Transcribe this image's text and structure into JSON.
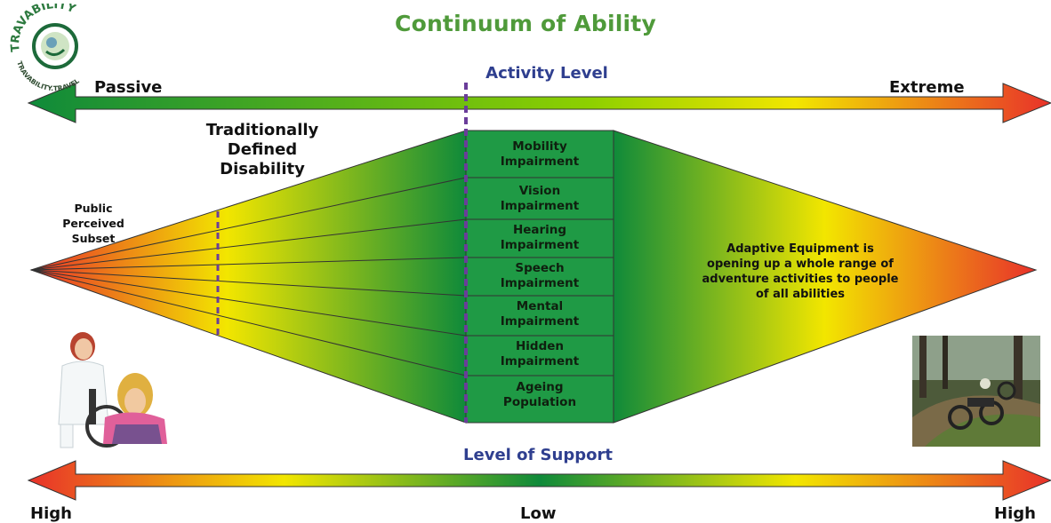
{
  "title": "Continuum of Ability",
  "logo": {
    "brand": "TRAVABILITY",
    "url_text": "TRAVABILITY.TRAVEL"
  },
  "top_axis": {
    "label": "Activity Level",
    "left": "Passive",
    "right": "Extreme"
  },
  "bottom_axis": {
    "label": "Level of Support",
    "left": "High",
    "center": "Low",
    "right": "High"
  },
  "traditionally_defined": "Traditionally Defined Disability",
  "traditionally_lines": [
    "Traditionally",
    "Defined",
    "Disability"
  ],
  "public_subset_lines": [
    "Public",
    "Perceived",
    "Subset"
  ],
  "categories": [
    {
      "line1": "Mobility",
      "line2": "Impairment"
    },
    {
      "line1": "Vision",
      "line2": "Impairment"
    },
    {
      "line1": "Hearing",
      "line2": "Impairment"
    },
    {
      "line1": "Speech",
      "line2": "Impairment"
    },
    {
      "line1": "Mental",
      "line2": "Impairment"
    },
    {
      "line1": "Hidden",
      "line2": "Impairment"
    },
    {
      "line1": "Ageing",
      "line2": "Population"
    }
  ],
  "adaptive_lines": [
    "Adaptive Equipment is",
    "opening up a whole range of",
    "adventure activities to people",
    "of all abilities"
  ],
  "colors": {
    "green": "#1a8a3a",
    "yellow": "#f2e600",
    "red": "#e8312a",
    "title_green": "#4f9a3a",
    "label_blue": "#2f3f8f",
    "divider_purple": "#6a3d9a"
  }
}
